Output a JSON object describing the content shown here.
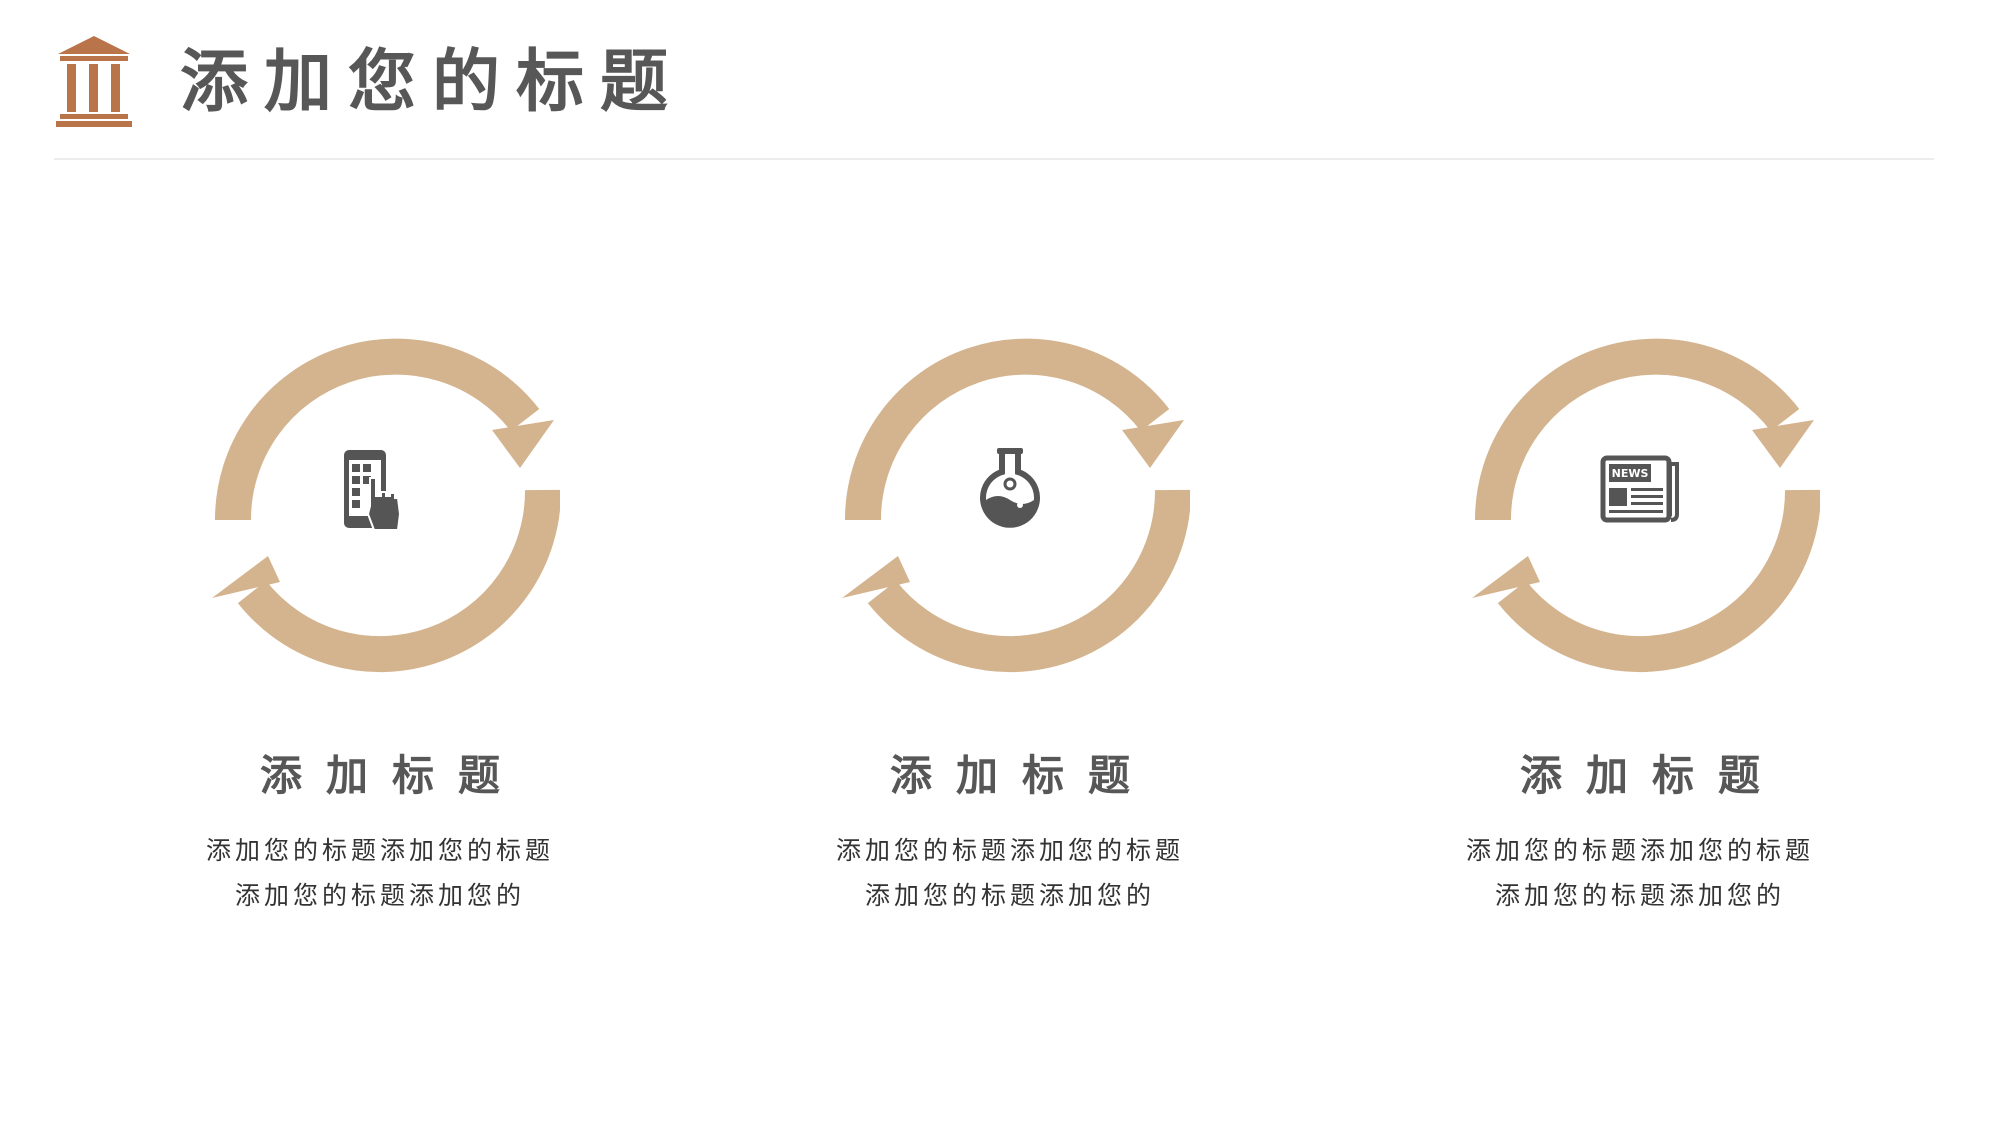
{
  "header": {
    "title": "添加您的标题",
    "logo_icon": "museum-pillars-icon"
  },
  "colors": {
    "accent": "#d4b48e",
    "logo": "#b9744a",
    "title": "#575757",
    "icon": "#555555",
    "body_text": "#333333",
    "divider": "#ececec"
  },
  "cards": [
    {
      "icon": "smartphone-touch-icon",
      "title": "添加标题",
      "lines": [
        "添加您的标题添加您的标题",
        "添加您的标题添加您的"
      ]
    },
    {
      "icon": "flask-icon",
      "title": "添加标题",
      "lines": [
        "添加您的标题添加您的标题",
        "添加您的标题添加您的"
      ]
    },
    {
      "icon": "newspaper-icon",
      "title": "添加标题",
      "lines": [
        "添加您的标题添加您的标题",
        "添加您的标题添加您的"
      ],
      "icon_label": "NEWS"
    }
  ]
}
